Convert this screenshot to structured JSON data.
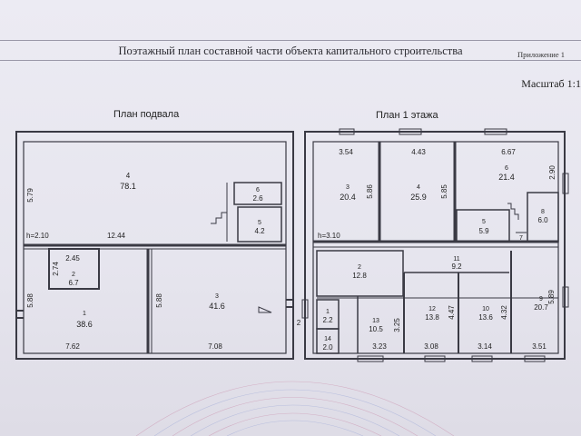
{
  "header": {
    "title": "Поэтажный план составной части объекта капитального строительства",
    "appendix": "Приложение 1",
    "scale": "Масштаб 1:1"
  },
  "basement": {
    "title": "План подвала",
    "height_label": "h=2.10",
    "dimensions": [
      "5.79",
      "12.44",
      "2.45",
      "2.74",
      "5.88",
      "7.62",
      "5.88",
      "7.08"
    ],
    "rooms": [
      {
        "num": "4",
        "area": "78.1"
      },
      {
        "num": "6",
        "area": "2.6"
      },
      {
        "num": "5",
        "area": "4.2"
      },
      {
        "num": "2",
        "area": "6.7"
      },
      {
        "num": "1",
        "area": "38.6"
      },
      {
        "num": "3",
        "area": "41.6"
      }
    ]
  },
  "floor1": {
    "title": "План 1 этажа",
    "height_label": "h=3.10",
    "dimensions": [
      "3.54",
      "4.43",
      "6.67",
      "5.86",
      "5.85",
      "2.90",
      "3.25",
      "4.47",
      "4.32",
      "5.89",
      "3.23",
      "3.08",
      "3.14",
      "3.51",
      "2"
    ],
    "rooms": [
      {
        "num": "3",
        "area": "20.4"
      },
      {
        "num": "4",
        "area": "25.9"
      },
      {
        "num": "6",
        "area": "21.4"
      },
      {
        "num": "5",
        "area": "5.9"
      },
      {
        "num": "8",
        "area": "6.0"
      },
      {
        "num": "7",
        "area": ""
      },
      {
        "num": "2",
        "area": "12.8"
      },
      {
        "num": "11",
        "area": "9.2"
      },
      {
        "num": "1",
        "area": "2.2"
      },
      {
        "num": "14",
        "area": "2.0"
      },
      {
        "num": "13",
        "area": "10.5"
      },
      {
        "num": "12",
        "area": "13.8"
      },
      {
        "num": "10",
        "area": "13.6"
      },
      {
        "num": "9",
        "area": "20.7"
      }
    ]
  }
}
